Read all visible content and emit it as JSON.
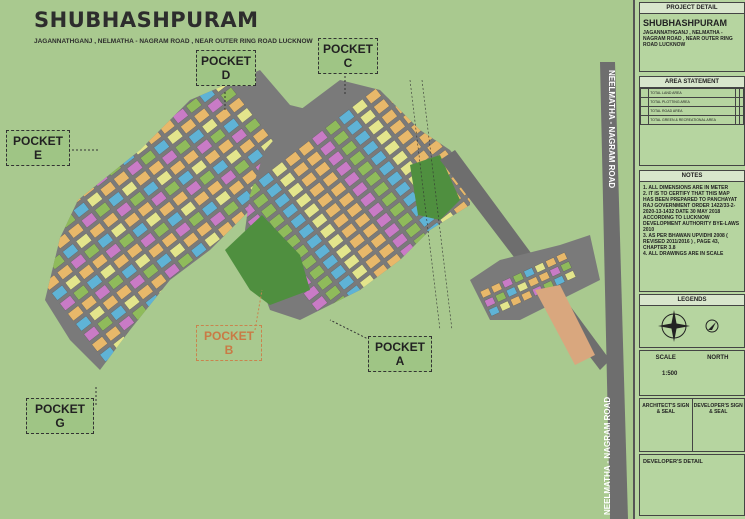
{
  "project": {
    "title": "SHUBHASHPURAM",
    "subtitle": "JAGANNATHGANJ , NELMATHA - NAGRAM ROAD , NEAR OUTER RING ROAD LUCKNOW"
  },
  "pockets": {
    "a": {
      "line1": "POCKET",
      "line2": "A"
    },
    "b": {
      "line1": "POCKET",
      "line2": "B"
    },
    "c": {
      "line1": "POCKET",
      "line2": "C"
    },
    "d": {
      "line1": "POCKET",
      "line2": "D"
    },
    "e": {
      "line1": "POCKET",
      "line2": "E"
    },
    "g": {
      "line1": "POCKET",
      "line2": "G"
    }
  },
  "roads": {
    "top": "NEELMATHA - NAGRAM ROAD",
    "bottom": "NEELMATHA - NAGRAM ROAD"
  },
  "panel": {
    "project_detail_header": "PROJECT DETAIL",
    "project_name": "SHUBHASHPURAM",
    "project_address": "JAGANNATHGANJ , NELMATHA - NAGRAM ROAD , NEAR OUTER RING ROAD LUCKNOW",
    "area_statement_header": "AREA STATEMENT",
    "area_rows": [
      "TOTAL LAND AREA",
      "TOTAL PLOTTING AREA",
      "TOTAL ROAD AREA",
      "TOTAL GREEN & RECREATIONAL AREA"
    ],
    "notes_header": "NOTES",
    "notes": [
      "1.  ALL DIMENSIONS ARE IN METER",
      "2.  IT IS TO CERTIFY THAT THIS MAP HAS BEEN PREPARED TO PANCHAYAT RAJ GOVERNMENT ORDER 1422/33-2-2020-13-1432 DATE 30 MAY 2018 ACCORDING TO LUCKNOW DEVELOPMENT AUTHORITY BYE-LAWS 2010",
      "3.  AS PER BHAWAN UPVIDHI 2008 ( REVISED 2011/2016 ) , PAGE 43, CHAPTER 3.8",
      "4.  ALL DRAWINGS ARE IN SCALE"
    ],
    "legends_header": "LEGENDS",
    "scale_label": "SCALE",
    "north_label": "NORTH",
    "scale_value": "1:500",
    "architect_sign": "ARCHITECT'S SIGN & SEAL",
    "developer_sign": "DEVELOPER'S SIGN & SEAL",
    "developer_detail": "DEVELOPER'S DETAIL"
  },
  "colors": {
    "background": "#a9c98f",
    "road": "#6b6b6b",
    "plot_orange": "#e8b86a",
    "plot_purple": "#c97bc6",
    "plot_green": "#8fbb5b",
    "plot_blue": "#5fb3d6",
    "plot_yellow": "#e3e58c",
    "plot_red": "#e24b3a",
    "park": "#4f8f3f"
  }
}
